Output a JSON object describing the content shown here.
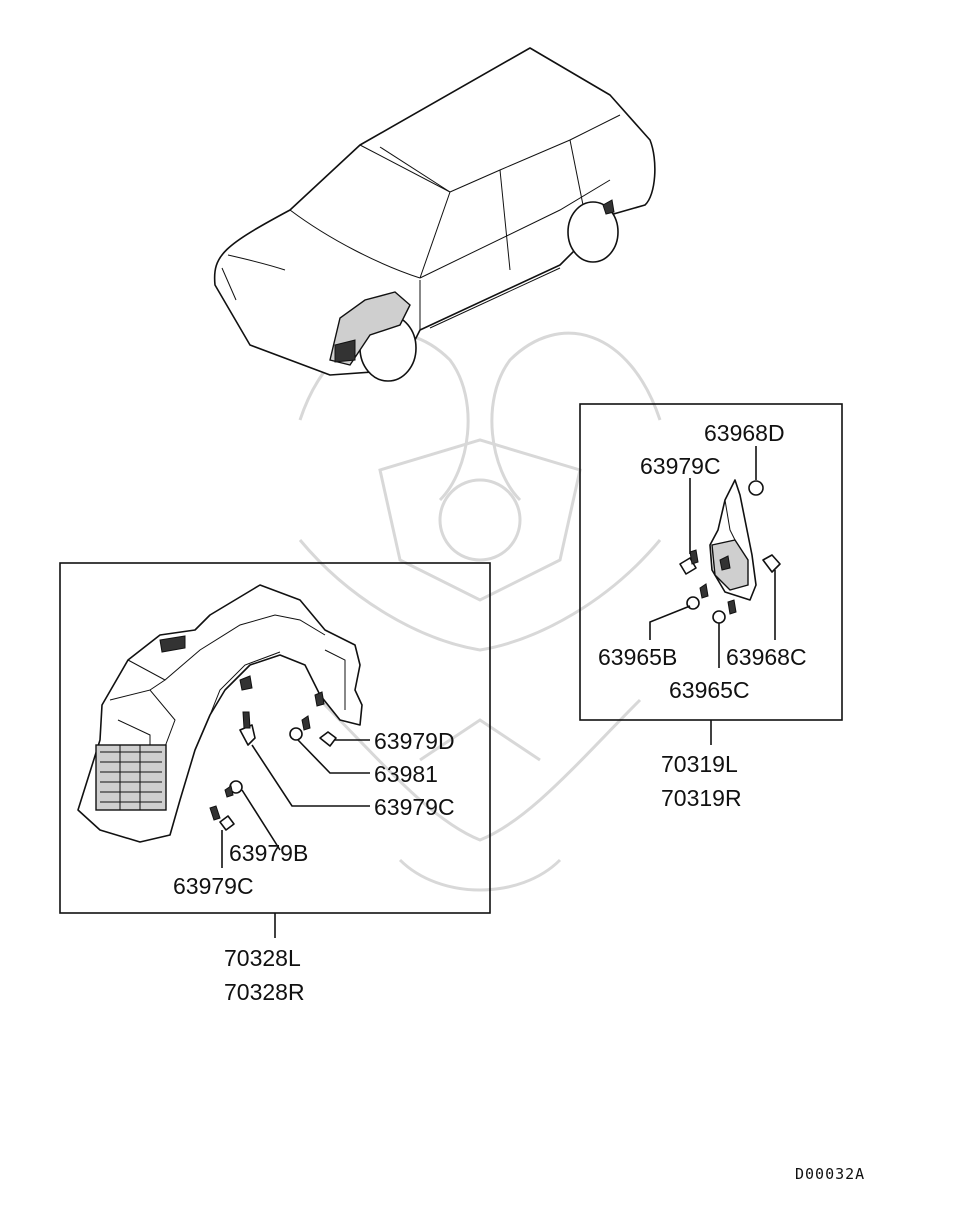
{
  "diagram_code": "D00032A",
  "labels": {
    "front": {
      "clip_d": "63979D",
      "nut": "63981",
      "clip_c_upper": "63979C",
      "clip_b": "63979B",
      "clip_c_lower": "63979C",
      "assembly_l": "70328L",
      "assembly_r": "70328R"
    },
    "rear": {
      "clip_d": "63968D",
      "clip_c_top": "63979C",
      "screw_b": "63965B",
      "clip_c": "63968C",
      "screw_c": "63965C",
      "assembly_l": "70319L",
      "assembly_r": "70319R"
    }
  }
}
